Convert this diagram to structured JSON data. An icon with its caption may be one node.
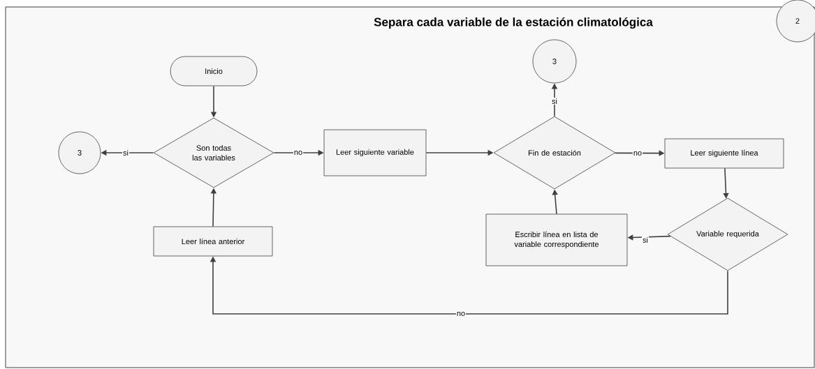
{
  "diagram": {
    "title": "Separa cada variable de la estación climatológica",
    "nodes": [
      {
        "text": [
          "Inicio"
        ]
      },
      {
        "text": [
          "Son todas las variables"
        ]
      },
      {
        "text": [
          "3"
        ]
      },
      {
        "text": [
          "Leer siguiente variable"
        ]
      },
      {
        "text": [
          "Fin de estación"
        ]
      },
      {
        "text": [
          "3"
        ]
      },
      {
        "text": [
          "Leer siguiente línea"
        ]
      },
      {
        "text": [
          "Variable requerida"
        ]
      },
      {
        "text": [
          "Escribir línea en lista de variable correspondiente"
        ]
      },
      {
        "text": [
          "Leer línea anterior"
        ]
      },
      {
        "text": [
          "2"
        ]
      }
    ],
    "edges": [
      {
        "from": 0,
        "to": 1,
        "arrow": "to"
      },
      {
        "from": 1,
        "to": 2,
        "arrow": "to",
        "label": "si"
      },
      {
        "from": 1,
        "to": 3,
        "arrow": "to",
        "label": "no"
      },
      {
        "from": 3,
        "to": 4,
        "arrow": "to"
      },
      {
        "from": 4,
        "to": 5,
        "arrow": "to",
        "label": "si"
      },
      {
        "from": 4,
        "to": 6,
        "arrow": "to",
        "label": "no"
      },
      {
        "from": 6,
        "to": 7,
        "arrow": "to"
      },
      {
        "from": 7,
        "to": 8,
        "arrow": "to",
        "label": "si"
      },
      {
        "from": 8,
        "to": 4,
        "arrow": "to"
      },
      {
        "from": 7,
        "to": 9,
        "arrow": "to",
        "label": "no"
      },
      {
        "from": 9,
        "to": 1,
        "arrow": "to"
      }
    ]
  }
}
